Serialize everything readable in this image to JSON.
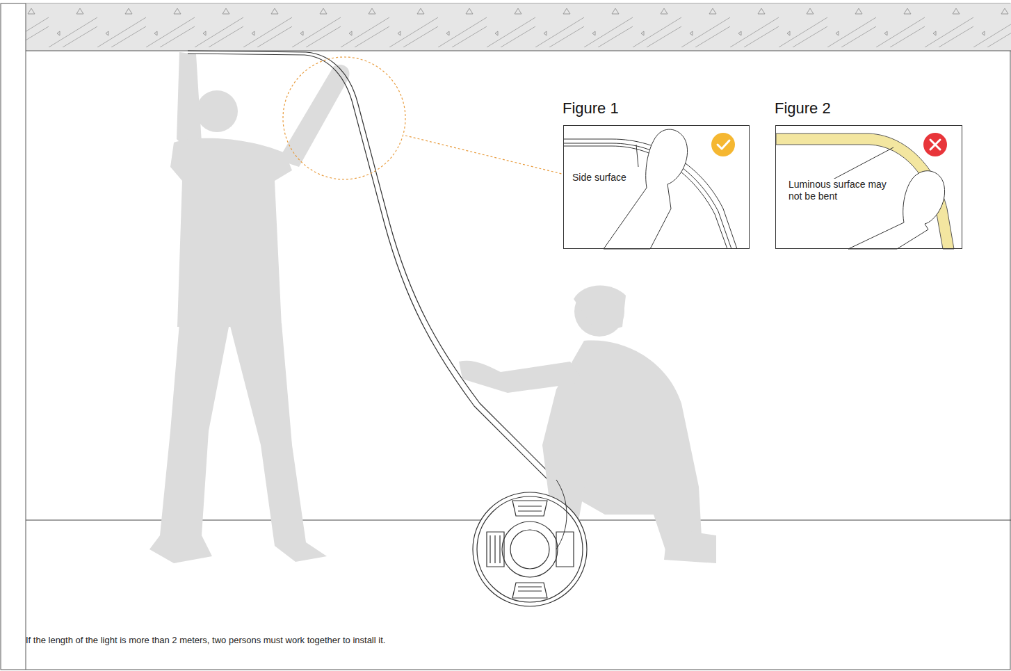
{
  "diagram": {
    "caption": "If the length of the light is more than 2 meters, two persons must work together to install it.",
    "nodes": [
      {
        "text": [
          "Figure 1",
          "Side surface"
        ]
      },
      {
        "text": [
          "Figure 2",
          "Luminous surface may not be bent"
        ]
      }
    ]
  }
}
